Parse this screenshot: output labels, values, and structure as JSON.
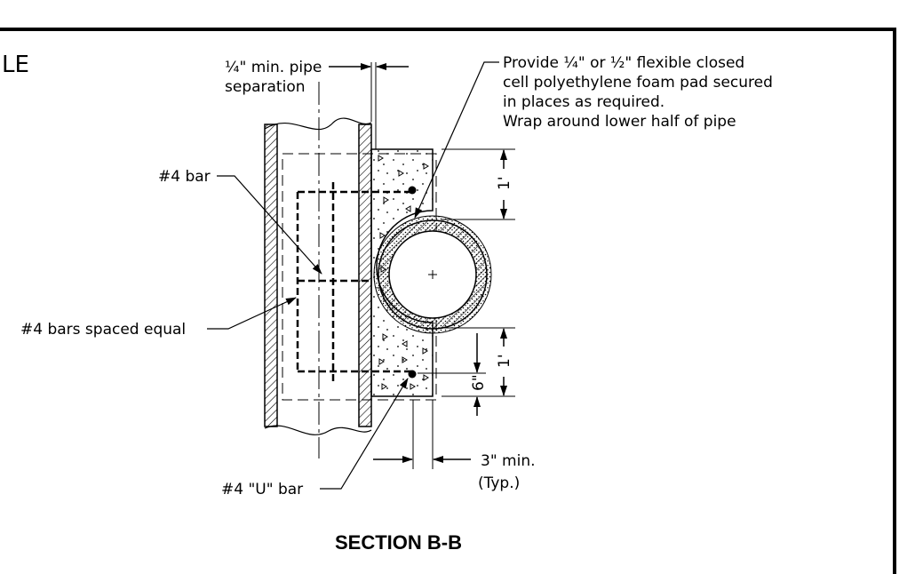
{
  "drawing": {
    "fragment_text": "LE",
    "title": "SECTION B-B",
    "labels": {
      "pipe_sep_line1": "¼\" min. pipe",
      "pipe_sep_line2": "separation",
      "foam_line1": "Provide ¼\" or ½\" flexible closed",
      "foam_line2": "cell polyethylene foam pad secured",
      "foam_line3": "in places as required.",
      "foam_line4": "Wrap around lower half of pipe",
      "bar4": "#4 bar",
      "bars_equal": "#4 bars spaced equal",
      "u_bar": "#4 \"U\" bar",
      "min3_line1": "3\" min.",
      "min3_line2": "(Typ.)"
    },
    "dimensions": {
      "upper": "1'",
      "lower": "1'",
      "six": "6\""
    }
  }
}
